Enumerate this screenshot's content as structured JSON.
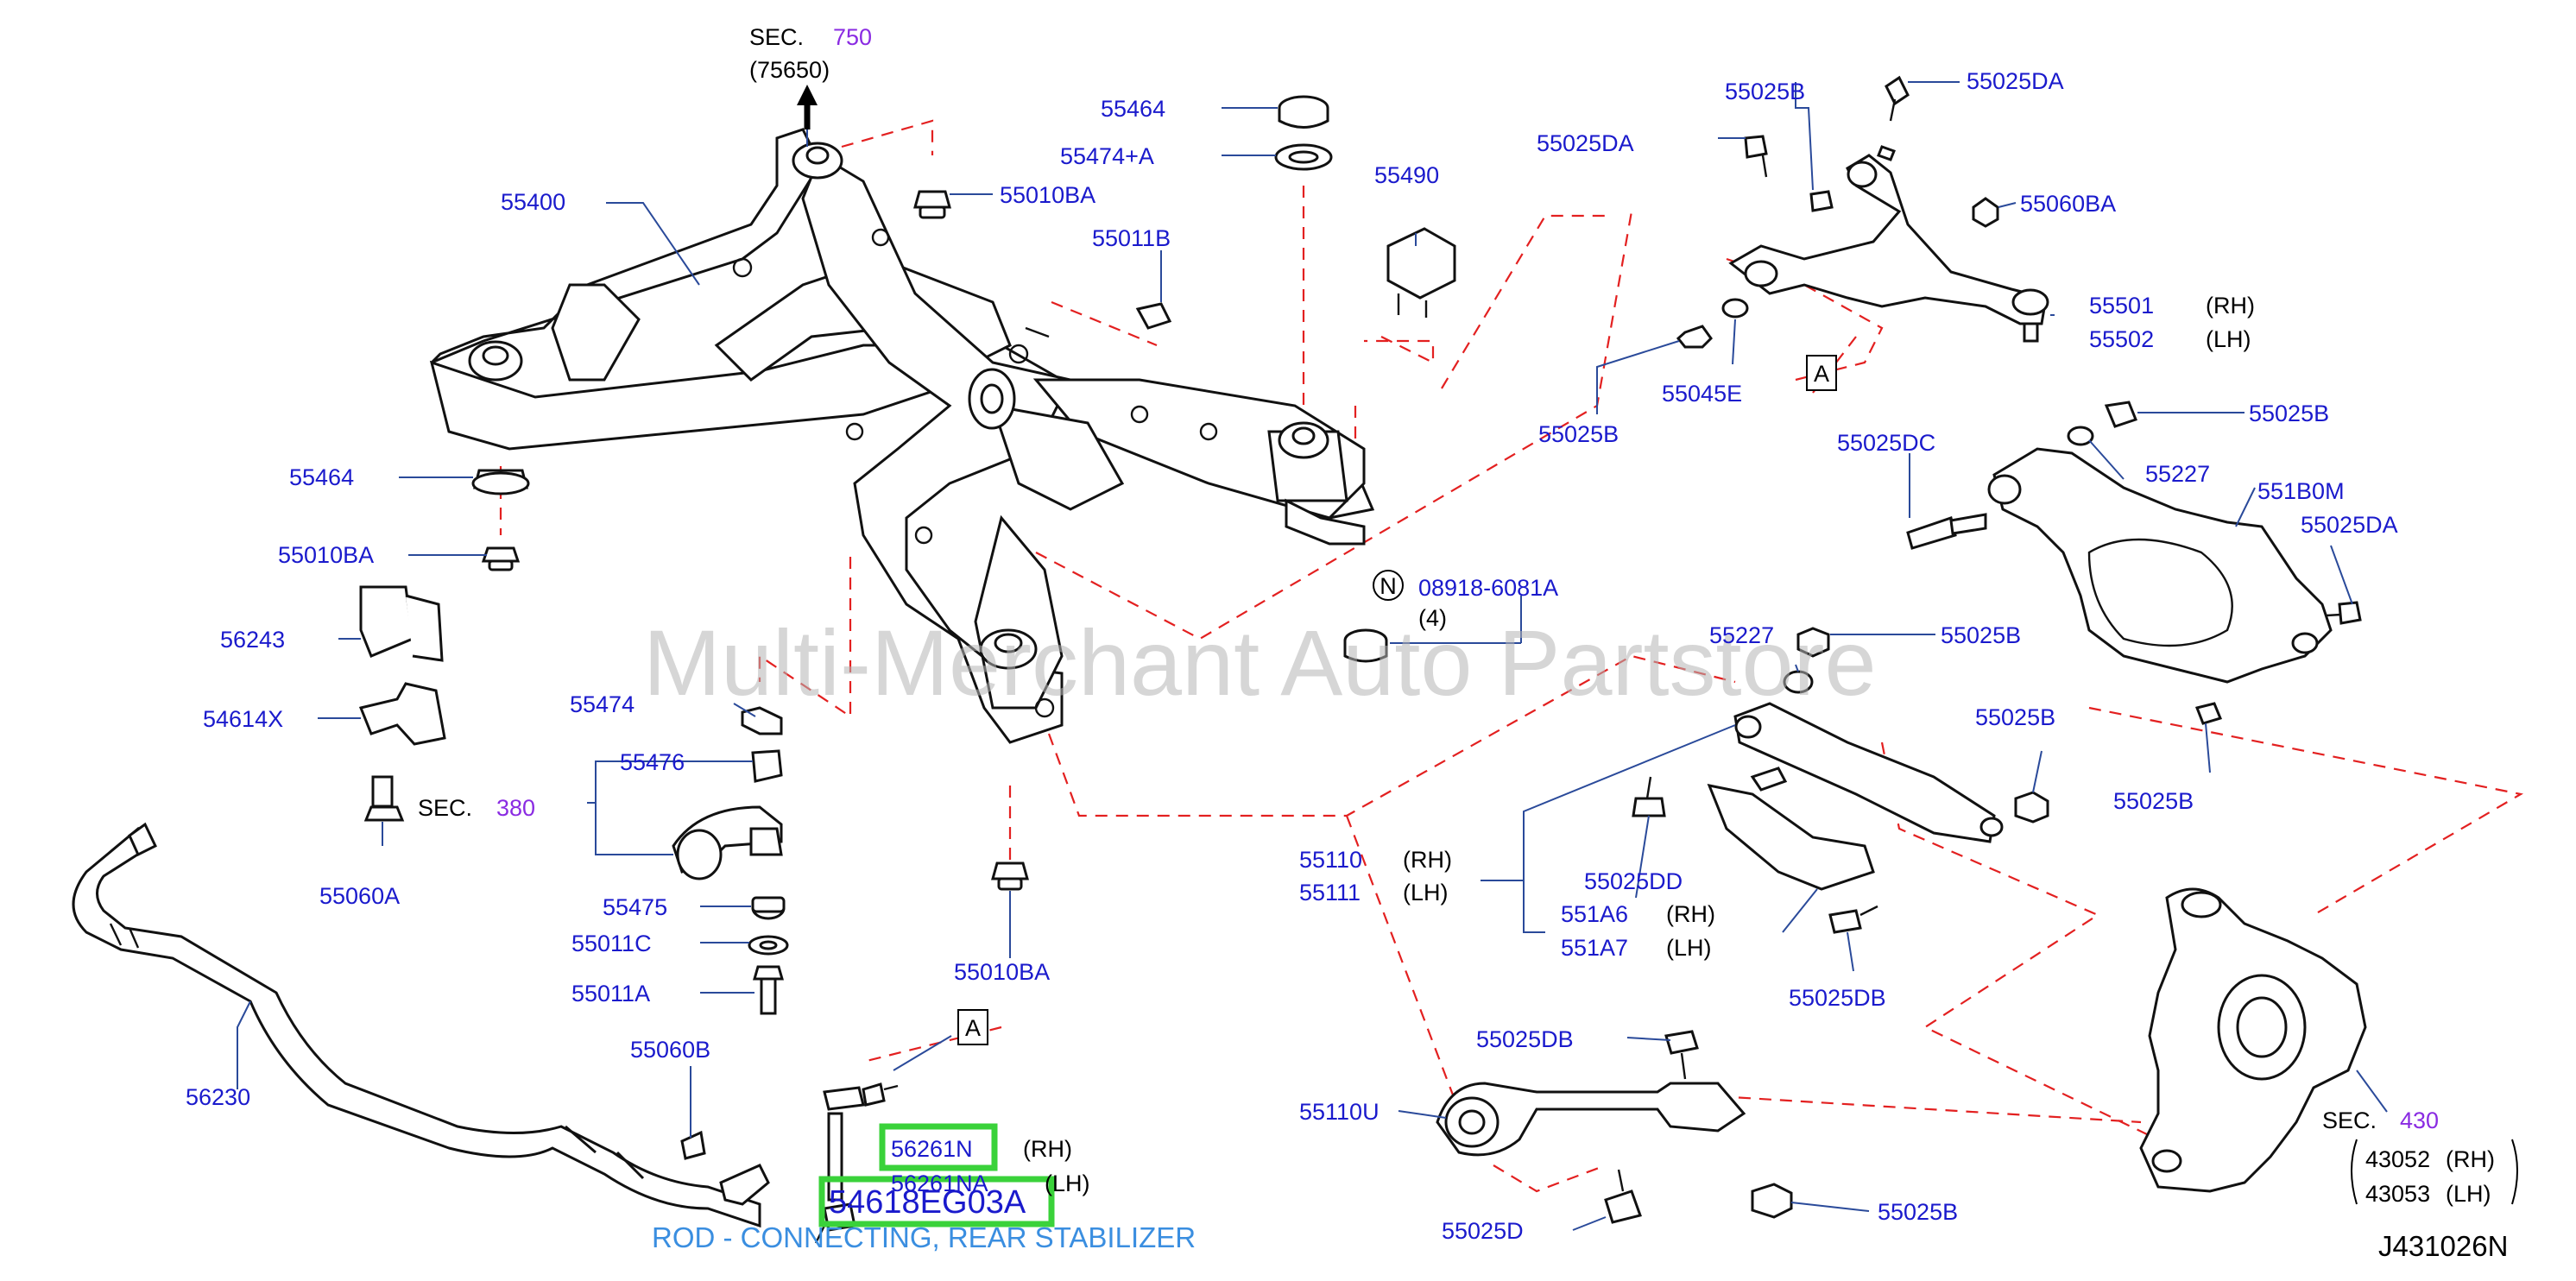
{
  "sections": {
    "top_prefix": "SEC.",
    "top_num": "750",
    "top_sub": "(75650)",
    "sec380_prefix": "SEC.",
    "sec380_num": "380",
    "sec430_prefix": "SEC.",
    "sec430_num": "430"
  },
  "callouts": {
    "p55400": "55400",
    "p55464a": "55464",
    "p55474a": "55474+A",
    "p55010ba_top": "55010BA",
    "p55011b": "55011B",
    "p55490": "55490",
    "p55464b": "55464",
    "p55010ba_left": "55010BA",
    "p56243": "56243",
    "p54614x": "54614X",
    "p55060a": "55060A",
    "p55474": "55474",
    "p55476": "55476",
    "p55475": "55475",
    "p55011c": "55011C",
    "p55011a": "55011A",
    "p55010ba_mid": "55010BA",
    "p56230": "56230",
    "p55060b": "55060B",
    "p56261n": "56261N",
    "p56261na": "56261NA",
    "p54618": "54618EG03A",
    "p55025b_ua": "55025B",
    "p55025da_top": "55025DA",
    "p55025da_left": "55025DA",
    "p55060ba": "55060BA",
    "p55501": "55501",
    "p55502": "55502",
    "p55045e": "55045E",
    "p55025b_l2": "55025B",
    "p55025b_r1": "55025B",
    "p55025dc": "55025DC",
    "p55227a": "55227",
    "p551b0m": "551B0M",
    "p55025da_r": "55025DA",
    "p08918": "08918-6081A",
    "p08918_qty": "(4)",
    "nut_symbol": "N",
    "p55227b": "55227",
    "p55025b_mid": "55025B",
    "p55025b_r2": "55025B",
    "p55025b_r3": "55025B",
    "p55110": "55110",
    "p55111": "55111",
    "p55025dd": "55025DD",
    "p551a6": "551A6",
    "p551a7": "551A7",
    "p55025db_mid": "55025DB",
    "p55025db_low": "55025DB",
    "p55110u": "55110U",
    "p55025d": "55025D",
    "p55025b_bottom": "55025B",
    "p43052": "43052",
    "p43053": "43053",
    "rh": "(RH)",
    "lh": "(LH)",
    "ref_a": "A"
  },
  "caption": "ROD - CONNECTING, REAR STABILIZER",
  "diagram_code": "J431026N",
  "watermark": "Multi-Merchant Auto Partstore",
  "colors": {
    "callout_blue": "#1a1acc",
    "section_purple": "#8a2be2",
    "dashed_red": "#e32020",
    "highlight_green": "#3ad23a",
    "caption_blue": "#3a8ee0"
  }
}
